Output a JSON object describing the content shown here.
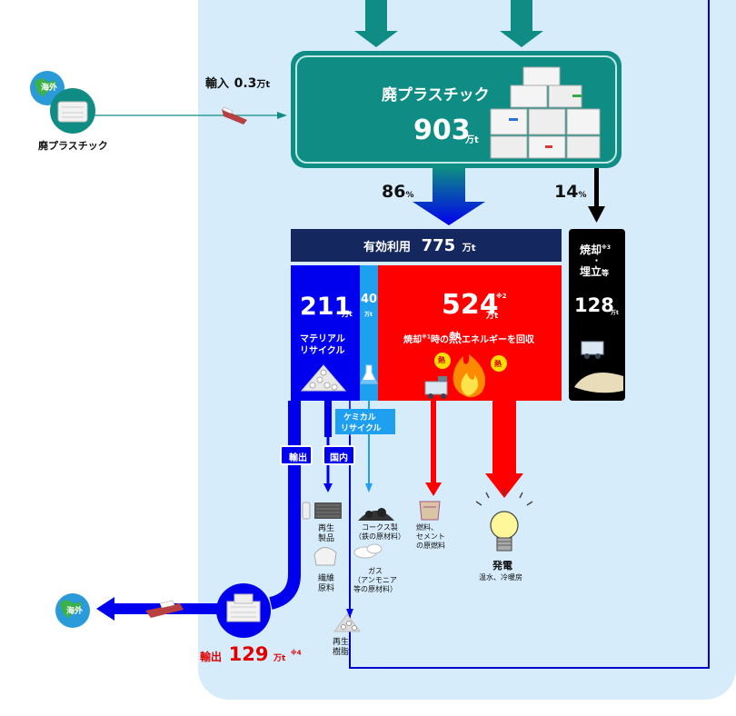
{
  "source": {
    "globe_label": "海外",
    "label": "廃プラスチック"
  },
  "import": {
    "prefix": "輸入",
    "value": "0.3",
    "unit": "万t"
  },
  "waste": {
    "title": "廃プラスチック",
    "value": "903",
    "unit": "万t"
  },
  "split": {
    "effective_pct": "86",
    "disposal_pct": "14",
    "pct_unit": "%"
  },
  "effective": {
    "label": "有効利用",
    "value": "775",
    "unit": "万t"
  },
  "material": {
    "value": "211",
    "unit": "万t",
    "label_line1": "マテリアル",
    "label_line2": "リサイクル"
  },
  "chemical": {
    "value": "40",
    "unit": "万t",
    "label_line1": "ケミカル",
    "label_line2": "リサイクル"
  },
  "thermal": {
    "value": "524",
    "unit": "万t",
    "note": "※2",
    "desc_part1": "焼却",
    "desc_note": "※1",
    "desc_part2": "時の",
    "desc_heat": "熱",
    "desc_part3": "エネルギーを回収",
    "heat_tag": "熱"
  },
  "disposal": {
    "line1": "焼却",
    "note": "※3",
    "dot": "・",
    "line2": "埋立",
    "suffix": "等",
    "value": "128",
    "unit": "万t"
  },
  "tags": {
    "export": "輸出",
    "domestic": "国内"
  },
  "outputs": {
    "recycled_products": [
      "再生",
      "製品"
    ],
    "fiber": [
      "繊維",
      "原料"
    ],
    "resin": [
      "再生",
      "樹脂"
    ],
    "coke": [
      "コークス製",
      "（鉄の原材料）"
    ],
    "gas": [
      "ガス",
      "（アンモニア",
      "等の原材料）"
    ],
    "fuel": [
      "燃料、",
      "セメント",
      "の原燃料"
    ],
    "power_title": "発電",
    "power_sub": "温水、冷暖房"
  },
  "export_total": {
    "prefix": "輸出",
    "value": "129",
    "unit": "万t",
    "note": "※4",
    "globe_label": "海外"
  },
  "colors": {
    "teal": "#0f8d84",
    "navy": "#14285f",
    "blue": "#0000ee",
    "light_blue": "#1e9ff0",
    "red": "#ff0000",
    "black": "#000000",
    "panel": "#d6ecfb"
  }
}
